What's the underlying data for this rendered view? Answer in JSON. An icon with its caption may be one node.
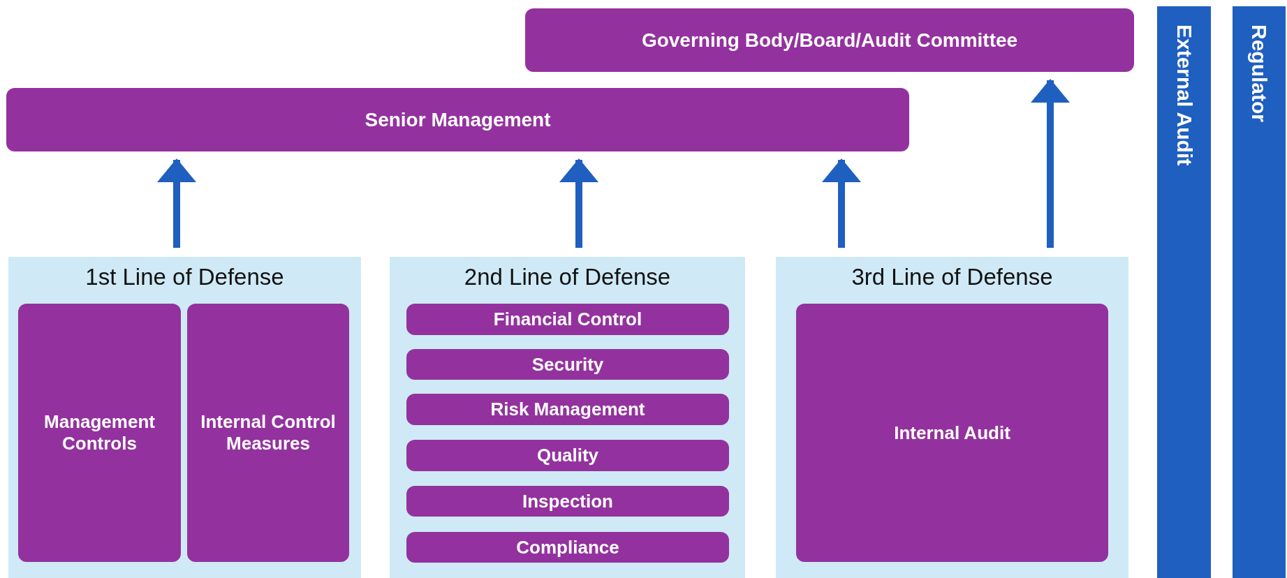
{
  "diagram": {
    "nodes": [
      {
        "text": [
          "Governing Body/Board/Audit Committee"
        ]
      },
      {
        "text": [
          "External Audit"
        ]
      },
      {
        "text": [
          "Regulator"
        ]
      },
      {
        "text": [
          "Senior Management"
        ]
      },
      {
        "text": [
          "1st Line of Defense"
        ]
      },
      {
        "text": [
          "Management Controls"
        ],
        "in": 4
      },
      {
        "text": [
          "Internal Control Measures"
        ],
        "in": 4
      },
      {
        "text": [
          "2nd Line of Defense"
        ]
      },
      {
        "text": [
          "Financial Control"
        ],
        "in": 7
      },
      {
        "text": [
          "Security"
        ],
        "in": 7
      },
      {
        "text": [
          "Risk Management"
        ],
        "in": 7
      },
      {
        "text": [
          "Quality"
        ],
        "in": 7
      },
      {
        "text": [
          "Inspection"
        ],
        "in": 7
      },
      {
        "text": [
          "Compliance"
        ],
        "in": 7
      },
      {
        "text": [
          "3rd Line of Defense"
        ]
      },
      {
        "text": [
          "Internal Audit"
        ],
        "in": 14
      }
    ],
    "edges": [
      {
        "from": 4,
        "to": 3,
        "arrow": "to"
      },
      {
        "from": 7,
        "to": 3,
        "arrow": "to"
      },
      {
        "from": 14,
        "to": 3,
        "arrow": "to"
      },
      {
        "from": 14,
        "to": 0,
        "arrow": "to"
      }
    ]
  }
}
